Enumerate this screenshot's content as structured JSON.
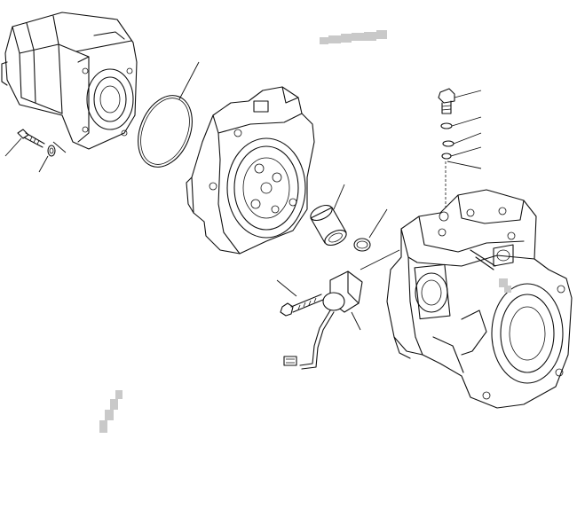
{
  "diagram": {
    "kind": "exploded-parts-view",
    "colors": {
      "line": "#111111",
      "background": "#ffffff",
      "redaction": "#c9c9c9"
    },
    "parts": [
      {
        "name": "gear-pump-assembly"
      },
      {
        "name": "o-ring-large"
      },
      {
        "name": "mounting-bolt"
      },
      {
        "name": "washer"
      },
      {
        "name": "end-cover"
      },
      {
        "name": "bushing"
      },
      {
        "name": "seal-ring-small"
      },
      {
        "name": "plug-bolt"
      },
      {
        "name": "o-ring-small-1"
      },
      {
        "name": "o-ring-small-2"
      },
      {
        "name": "o-ring-small-3"
      },
      {
        "name": "sensor-with-harness"
      },
      {
        "name": "sensor-bolt"
      },
      {
        "name": "main-pump-body"
      }
    ]
  }
}
